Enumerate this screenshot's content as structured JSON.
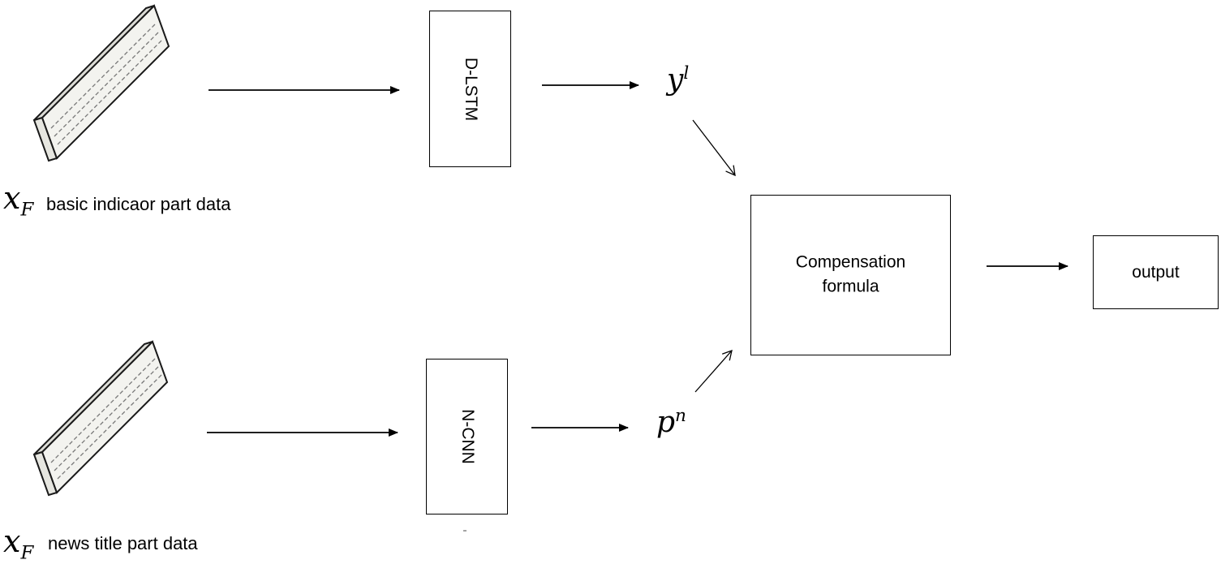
{
  "nodes": {
    "d_lstm": "D-LSTM",
    "n_cnn": "N-CNN",
    "compensation": {
      "line1": "Compensation",
      "line2": "formula"
    },
    "output": "output"
  },
  "math": {
    "y_base": "y",
    "y_sup": "l",
    "p_base": "p",
    "p_sup": "n",
    "x_base": "x",
    "x_sub": "F"
  },
  "inputs": {
    "top_caption": "basic indicaor part data",
    "bottom_caption": "news title part data"
  },
  "colors": {
    "line": "#000000",
    "slab_face": "#f2f2ee",
    "slab_edge": "#1a1a1a"
  }
}
